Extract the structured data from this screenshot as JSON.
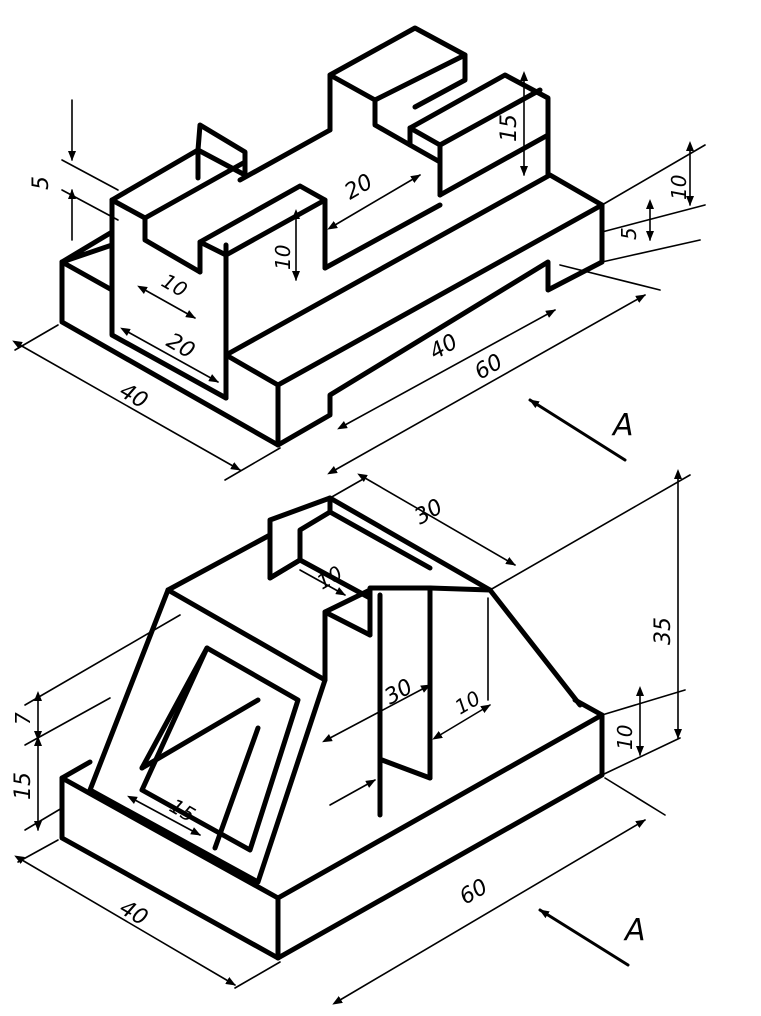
{
  "figures": [
    {
      "dimensions": {
        "d5a": "5",
        "d10_tab": "10",
        "d20_slot": "20",
        "d40_depth": "40",
        "d20_mid": "20",
        "d10_mid": "10",
        "d15_right": "15",
        "d10_right": "10",
        "d5_right": "5",
        "d40_len": "40",
        "d60_len": "60"
      },
      "view_label": "A"
    },
    {
      "dimensions": {
        "d30_top": "30",
        "d10_slot": "10",
        "d35_height": "35",
        "d30_mid": "30",
        "d10_mid": "10",
        "d10_base": "10",
        "d7_left": "7",
        "d15_left": "15",
        "d15_window": "15",
        "d40_depth": "40",
        "d60_len": "60"
      },
      "view_label": "A"
    }
  ]
}
